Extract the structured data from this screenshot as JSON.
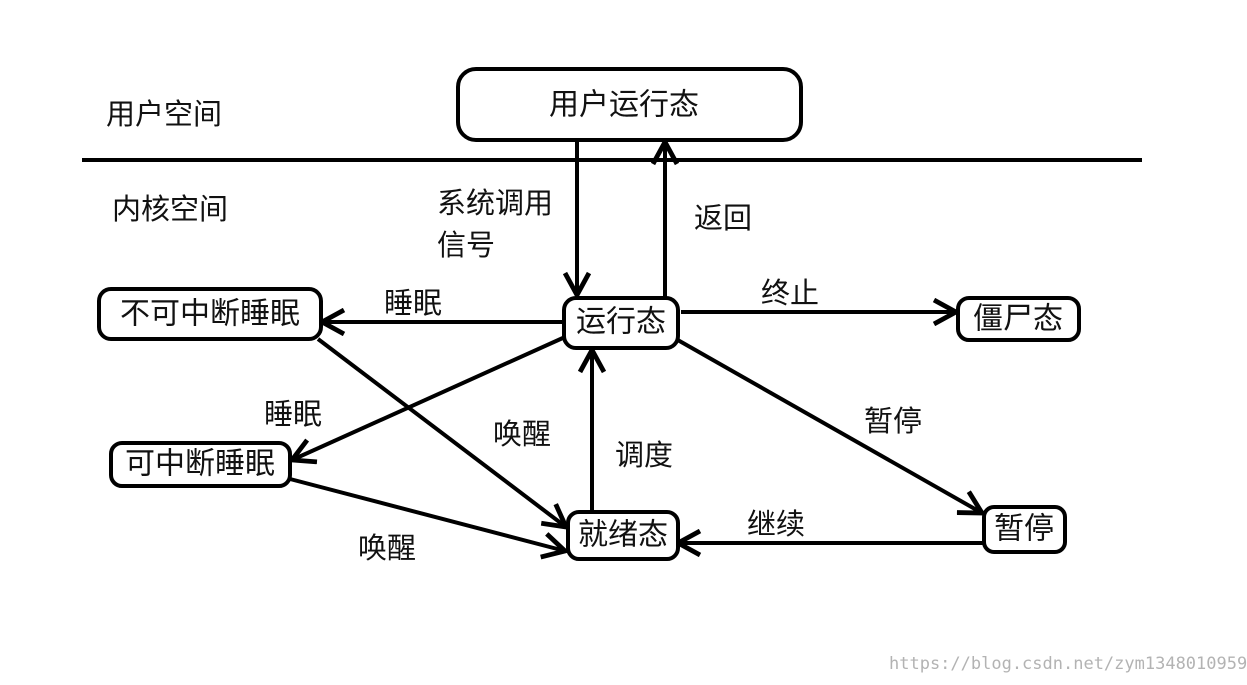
{
  "regions": {
    "user_space": "用户空间",
    "kernel_space": "内核空间"
  },
  "states": {
    "user_running": "用户运行态",
    "running": "运行态",
    "uninterruptible_sleep": "不可中断睡眠",
    "interruptible_sleep": "可中断睡眠",
    "zombie": "僵尸态",
    "ready": "就绪态",
    "stopped": "暂停"
  },
  "edges": {
    "syscall_line1": "系统调用",
    "syscall_line2": "信号",
    "return": "返回",
    "terminate": "终止",
    "sleep_uninterruptible": "睡眠",
    "sleep_interruptible": "睡眠",
    "wake_from_uninterruptible": "唤醒",
    "wake_from_interruptible": "唤醒",
    "schedule": "调度",
    "pause": "暂停",
    "continue": "继续"
  },
  "watermark": "https://blog.csdn.net/zym1348010959",
  "colors": {
    "stroke": "#000000",
    "text": "#111111",
    "background": "#ffffff",
    "watermark": "#b3b3b3"
  }
}
